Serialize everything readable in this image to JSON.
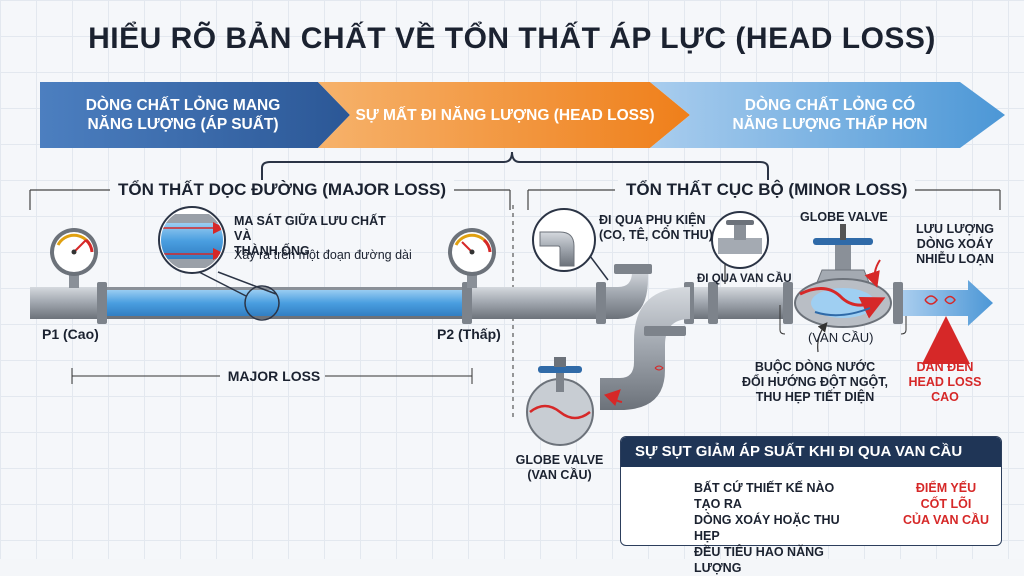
{
  "title": "HIỂU RÕ BẢN CHẤT VỀ TỔN THẤT ÁP LỰC (HEAD LOSS)",
  "flow": {
    "step1": [
      "DÒNG CHẤT LỎNG MANG",
      "NĂNG LƯỢNG (ÁP SUẤT)"
    ],
    "step2": "SỰ MẤT ĐI NĂNG LƯỢNG (HEAD LOSS)",
    "step3": [
      "DÒNG CHẤT LỎNG CÓ",
      "NĂNG LƯỢNG THẤP HƠN"
    ],
    "colors": {
      "blue": "#2e5c9a",
      "orange": "#f08a24",
      "light_blue": "#4f9bd9"
    }
  },
  "major": {
    "title": "TỔN THẤT DỌC ĐƯỜNG (MAJOR LOSS)",
    "callout_title": [
      "MA SÁT GIỮA LƯU CHẤT VÀ",
      "THÀNH ỐNG"
    ],
    "callout_sub": "Xảy ra trên một đoạn đường dài",
    "p1": "P1 (Cao)",
    "p2": "P2 (Thấp)",
    "dimension": "MAJOR LOSS"
  },
  "minor": {
    "title": "TỔN THẤT CỤC BỘ (MINOR LOSS)",
    "fitting": [
      "ĐI QUA PHỤ KIỆN",
      "(CO, TÊ, CÔN THU)"
    ],
    "valve_pass": "ĐI QUA VAN CẦU",
    "globe_top": "GLOBE VALVE",
    "van_cau": "(VAN CẦU)",
    "flow_note": [
      "LƯU LƯỢNG",
      "DÒNG XOÁY",
      "NHIỄU LOẠN"
    ],
    "force_note": [
      "BUỘC DÒNG NƯỚC",
      "ĐỔI HƯỚNG ĐỘT NGỘT,",
      "THU HẸP TIẾT DIỆN"
    ],
    "lead_note": [
      "DẪN ĐẾN",
      "HEAD LOSS",
      "CAO"
    ],
    "globe_bottom": [
      "GLOBE VALVE",
      "(VAN CẦU)"
    ]
  },
  "box": {
    "header": "SỰ SỤT GIẢM ÁP SUẤT KHI ĐI QUA VAN CẦU",
    "body": [
      "BẤT CỨ THIẾT KẾ NÀO TẠO RA",
      "DÒNG XOÁY HOẶC THU HẸP",
      "ĐỀU TIÊU HAO NĂNG LƯỢNG"
    ],
    "weak": [
      "ĐIỂM YẾU",
      "CỐT LÕI",
      "CỦA VAN CẦU"
    ]
  }
}
